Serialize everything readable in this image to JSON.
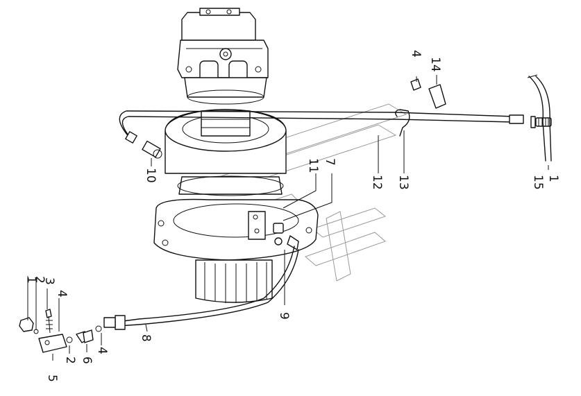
{
  "diagram": {
    "callouts": {
      "c1": "1",
      "c2a": "2",
      "c3": "3",
      "c4a": "4",
      "c5": "5",
      "c2b": "2",
      "c6": "6",
      "c4b": "4",
      "c8": "8",
      "c9": "9",
      "c10": "10",
      "c11": "11",
      "c7": "7",
      "c12": "12",
      "c13": "13",
      "c4c": "4",
      "c14": "14",
      "c15": "15",
      "c1b": "1"
    }
  }
}
